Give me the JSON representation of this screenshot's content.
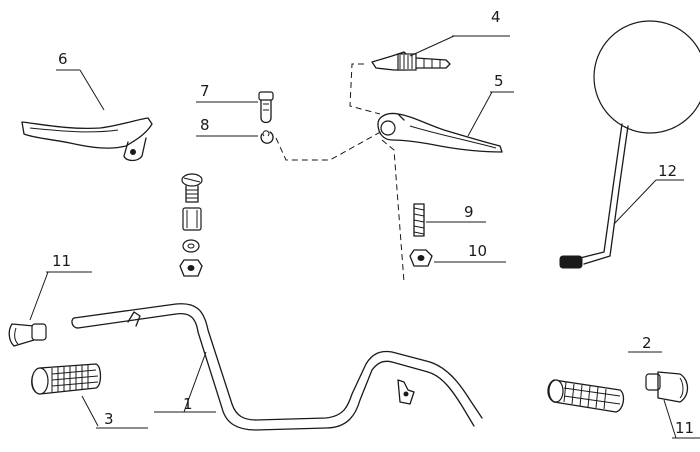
{
  "callouts": [
    "1",
    "2",
    "3",
    "4",
    "5",
    "6",
    "7",
    "8",
    "9",
    "10",
    "11",
    "11",
    "12"
  ],
  "colors": {
    "ink": "#1a1a1a",
    "paper": "#ffffff"
  }
}
